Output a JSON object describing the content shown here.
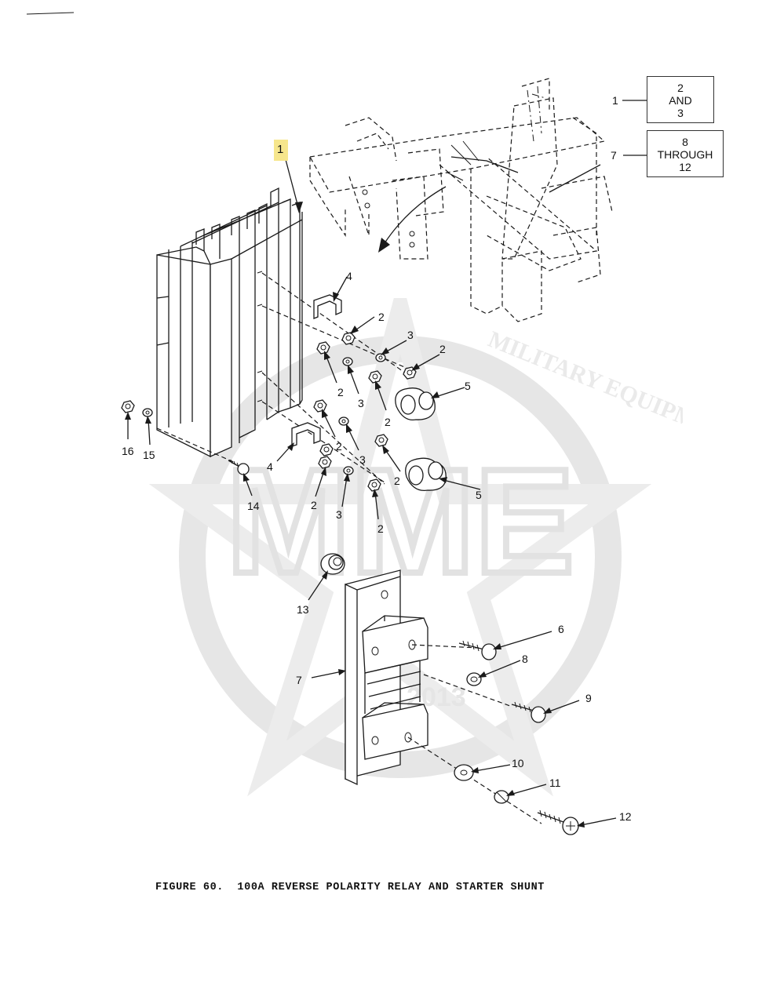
{
  "figure": {
    "caption": "FIGURE 60.  100A REVERSE POLARITY RELAY AND STARTER SHUNT"
  },
  "callout_boxes": [
    {
      "ref": "1",
      "lines": [
        "2",
        "AND",
        "3"
      ]
    },
    {
      "ref": "7",
      "lines": [
        "8",
        "THROUGH",
        "12"
      ]
    }
  ],
  "highlighted_label": "1",
  "part_labels": {
    "p2a": "2",
    "p3a": "3",
    "p2b": "2",
    "p4a": "4",
    "p2c": "2",
    "p3b": "3",
    "p2d": "2",
    "p5a": "5",
    "p16": "16",
    "p15": "15",
    "p2e": "2",
    "p3c": "3",
    "p4b": "4",
    "p2f": "2",
    "p5b": "5",
    "p14": "14",
    "p2g": "2",
    "p3d": "3",
    "p2h": "2",
    "p13": "13",
    "p6": "6",
    "p8": "8",
    "p7": "7",
    "p9": "9",
    "p10": "10",
    "p11": "11",
    "p12": "12"
  },
  "watermark": {
    "letters": "MME",
    "arc_text": "MILITARY EQUIPMENT",
    "est": "est. 2013"
  }
}
